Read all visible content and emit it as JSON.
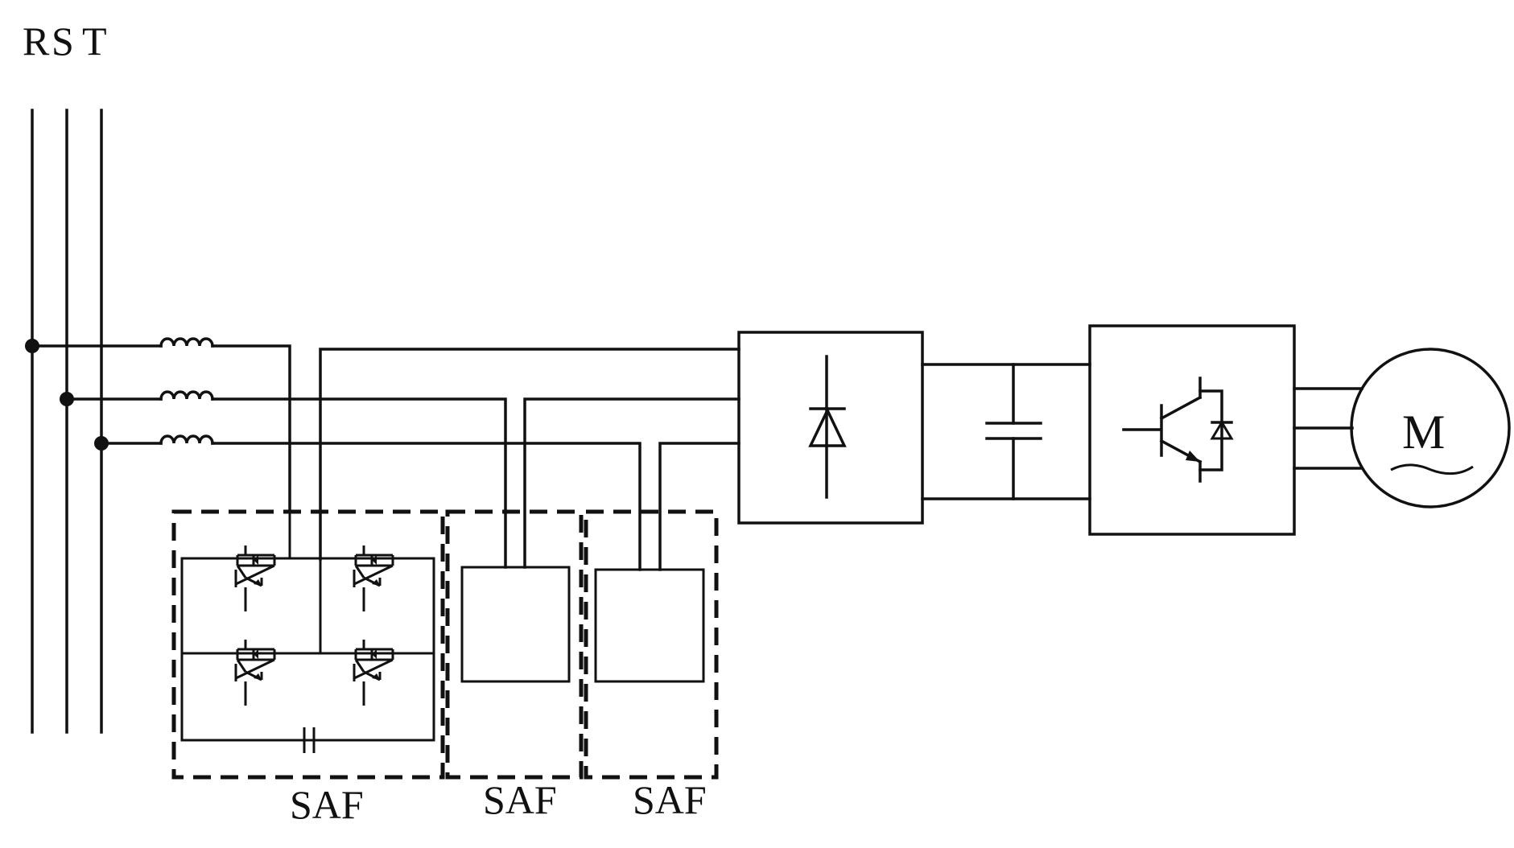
{
  "diagram": {
    "phase_labels": [
      "R",
      "S",
      "T"
    ],
    "filter_labels": [
      "SAF",
      "SAF",
      "SAF"
    ],
    "motor_label": "M"
  },
  "colors": {
    "ink": "#111111",
    "background": "#ffffff"
  },
  "icons": [
    "inductor-icon",
    "diode-icon",
    "capacitor-icon",
    "igbt-icon",
    "motor-icon"
  ]
}
